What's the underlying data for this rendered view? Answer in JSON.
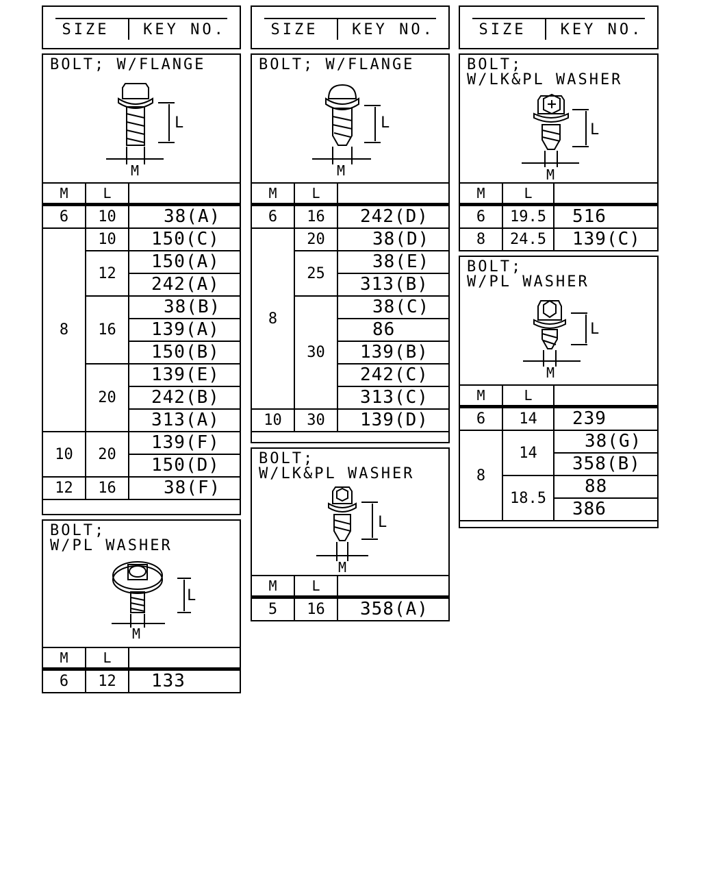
{
  "headers": {
    "size": "SIZE",
    "key_no": "KEY NO."
  },
  "cols": {
    "m": "M",
    "l": "L"
  },
  "dim_labels": {
    "l": "L",
    "m": "M"
  },
  "col1_flange": {
    "title": "BOLT; W/FLANGE",
    "rows": [
      {
        "m": "6",
        "l": "10",
        "key": "38(A)"
      },
      {
        "m": "8",
        "l": "10",
        "key": "150(C)"
      },
      {
        "m": "",
        "l": "12",
        "key": "150(A)"
      },
      {
        "m": "",
        "l": "",
        "key": "242(A)"
      },
      {
        "m": "",
        "l": "16",
        "key": "38(B)"
      },
      {
        "m": "",
        "l": "",
        "key": "139(A)"
      },
      {
        "m": "",
        "l": "",
        "key": "150(B)"
      },
      {
        "m": "",
        "l": "20",
        "key": "139(E)"
      },
      {
        "m": "",
        "l": "",
        "key": "242(B)"
      },
      {
        "m": "",
        "l": "",
        "key": "313(A)"
      },
      {
        "m": "10",
        "l": "20",
        "key": "139(F)"
      },
      {
        "m": "",
        "l": "",
        "key": "150(D)"
      },
      {
        "m": "12",
        "l": "16",
        "key": "38(F)"
      }
    ]
  },
  "col1_pl": {
    "title": "BOLT;\nW/PL WASHER",
    "rows": [
      {
        "m": "6",
        "l": "12",
        "key": "133"
      }
    ]
  },
  "col2_flange": {
    "title": "BOLT; W/FLANGE",
    "rows": [
      {
        "m": "6",
        "l": "16",
        "key": "242(D)"
      },
      {
        "m": "8",
        "l": "20",
        "key": "38(D)"
      },
      {
        "m": "",
        "l": "25",
        "key": "38(E)"
      },
      {
        "m": "",
        "l": "",
        "key": "313(B)"
      },
      {
        "m": "",
        "l": "30",
        "key": "38(C)"
      },
      {
        "m": "",
        "l": "",
        "key": "86"
      },
      {
        "m": "",
        "l": "",
        "key": "139(B)"
      },
      {
        "m": "",
        "l": "",
        "key": "242(C)"
      },
      {
        "m": "",
        "l": "",
        "key": "313(C)"
      },
      {
        "m": "10",
        "l": "30",
        "key": "139(D)"
      }
    ]
  },
  "col2_lkpl": {
    "title": "BOLT;\nW/LK&PL WASHER",
    "rows": [
      {
        "m": "5",
        "l": "16",
        "key": "358(A)"
      }
    ]
  },
  "col3_lkpl": {
    "title": "BOLT;\nW/LK&PL WASHER",
    "rows": [
      {
        "m": "6",
        "l": "19.5",
        "key": "516"
      },
      {
        "m": "8",
        "l": "24.5",
        "key": "139(C)"
      }
    ]
  },
  "col3_pl": {
    "title": "BOLT;\nW/PL WASHER",
    "rows": [
      {
        "m": "6",
        "l": "14",
        "key": "239"
      },
      {
        "m": "8",
        "l": "14",
        "key": "38(G)"
      },
      {
        "m": "",
        "l": "",
        "key": "358(B)"
      },
      {
        "m": "",
        "l": "18.5",
        "key": "88"
      },
      {
        "m": "",
        "l": "",
        "key": "386"
      }
    ]
  }
}
